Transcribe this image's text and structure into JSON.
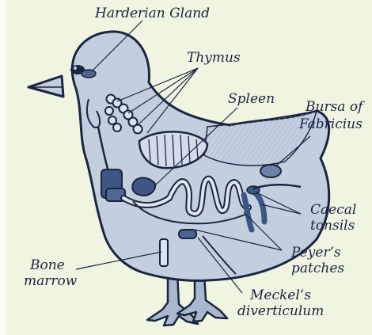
{
  "figure": {
    "background": "#f0f5e2",
    "body_fill": "#c3cedf",
    "ink": "#1b2540",
    "organ_dark": "#3f5684"
  },
  "labels": {
    "harderian_gland": "Harderian Gland",
    "thymus": "Thymus",
    "spleen": "Spleen",
    "bursa_line1": "Bursa of",
    "bursa_line2": "Fabricius",
    "caecal_line1": "Caecal",
    "caecal_line2": "tonsils",
    "peyers_line1": "Peyer’s",
    "peyers_line2": "patches",
    "meckels_line1": "Meckel’s",
    "meckels_line2": "diverticulum",
    "bone_line1": "Bone",
    "bone_line2": "marrow"
  }
}
